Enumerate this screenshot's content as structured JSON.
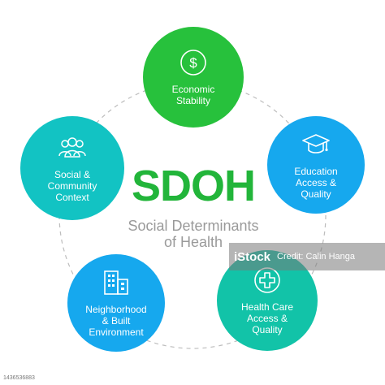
{
  "center": {
    "title": "SDOH",
    "subtitle": "Social Determinants\nof Health",
    "title_color": "#22b53a"
  },
  "nodes": [
    {
      "label": "Economic\nStability",
      "icon": "dollar-coin-icon",
      "color": "#27c13c"
    },
    {
      "label": "Education\nAccess &\nQuality",
      "icon": "graduation-cap-icon",
      "color": "#16a8ee"
    },
    {
      "label": "Health Care\nAccess &\nQuality",
      "icon": "medical-cross-icon",
      "color": "#12c3a8"
    },
    {
      "label": "Neighborhood\n& Built\nEnvironment",
      "icon": "buildings-icon",
      "color": "#16a8ee"
    },
    {
      "label": "Social &\nCommunity\nContext",
      "icon": "people-group-icon",
      "color": "#12c3c3"
    }
  ],
  "connector": {
    "style": "dashed",
    "color": "#bdbdbd"
  },
  "watermark": {
    "brand": "iStock",
    "credit": "Credit: Calin Hanga"
  },
  "stock_id": "1436536883"
}
